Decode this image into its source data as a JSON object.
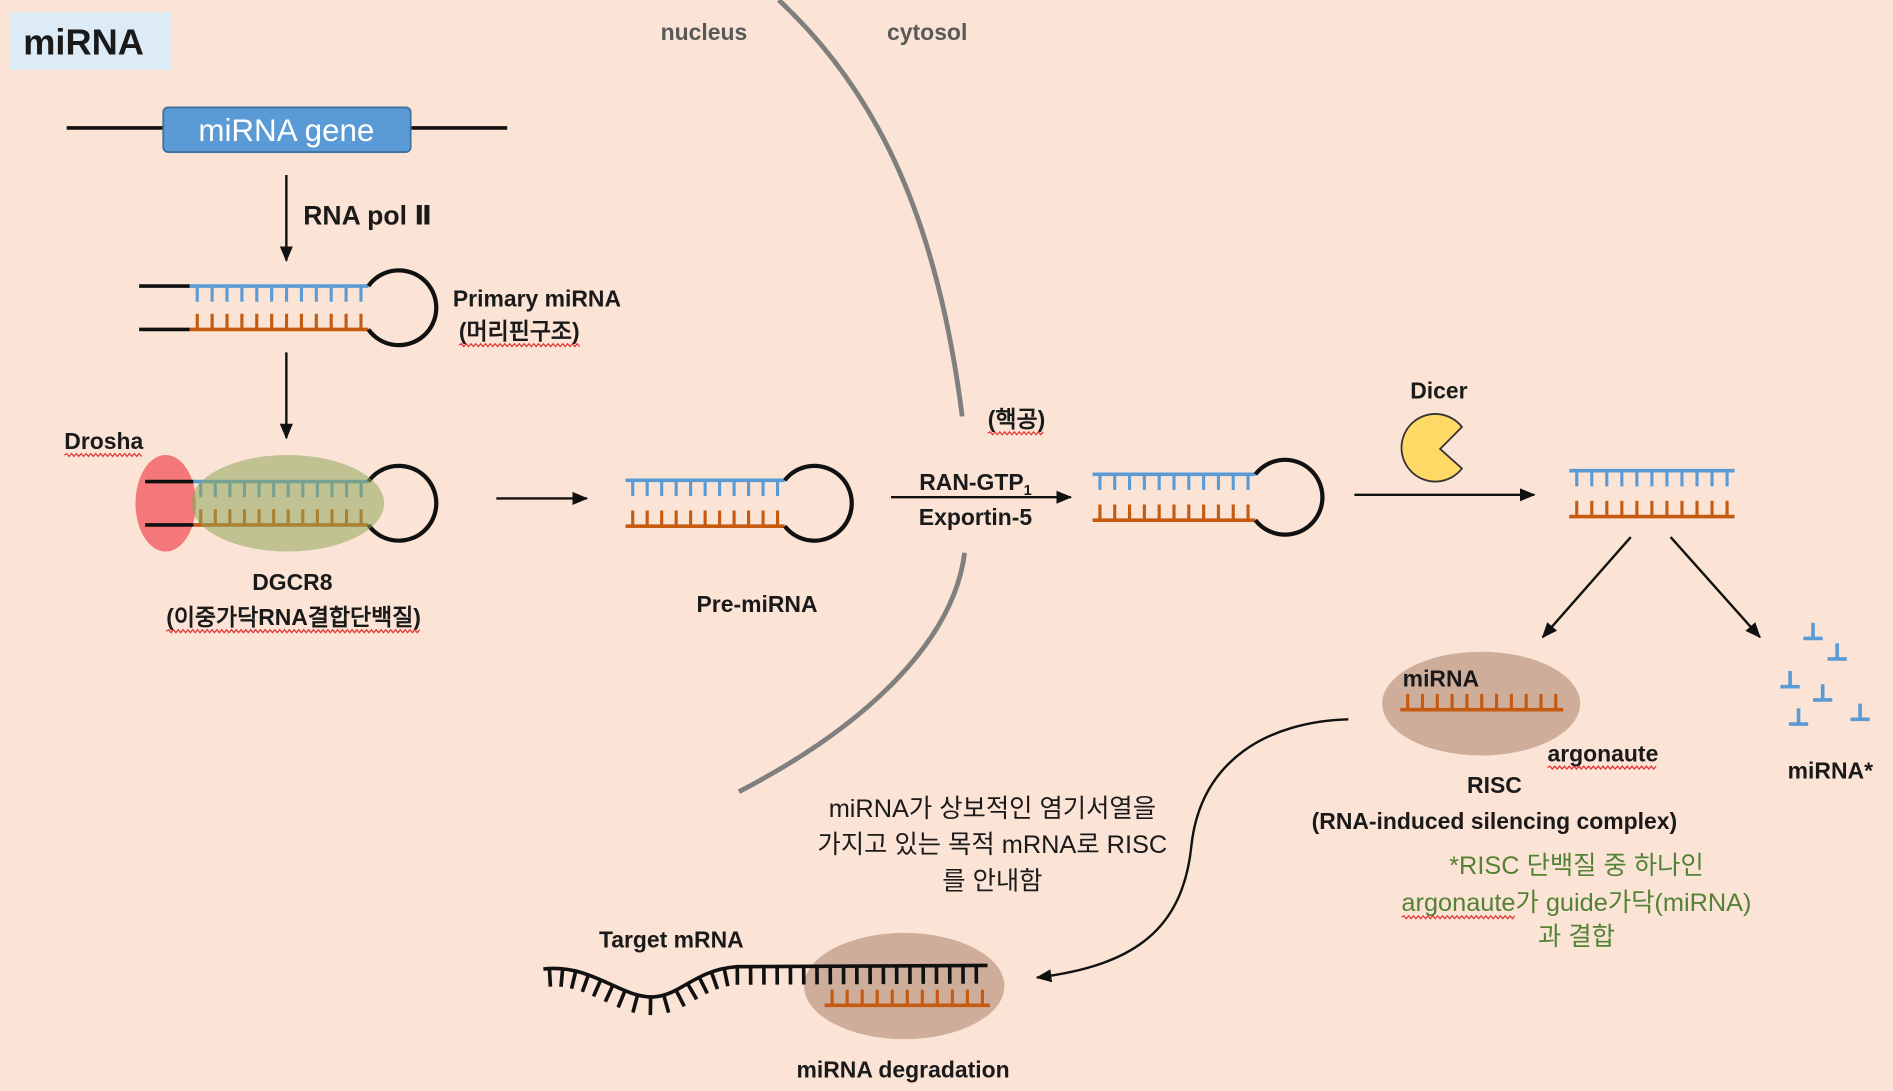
{
  "title": "miRNA",
  "compartments": {
    "nucleus": "nucleus",
    "cytosol": "cytosol",
    "pore": "(핵공)"
  },
  "gene": "miRNA gene",
  "transcription": "RNA pol Ⅱ",
  "primary_mirna": {
    "name": "Primary miRNA",
    "note": "(머리핀구조)"
  },
  "drosha": "Drosha",
  "dgcr8": {
    "name": "DGCR8",
    "note": "(이중가닥RNA결합단백질)"
  },
  "pre_mirna": "Pre-miRNA",
  "export": {
    "ran_gtp": "RAN-GTP",
    "ran_gtp_subscript": "1",
    "exportin": "Exportin-5"
  },
  "dicer": "Dicer",
  "risc": {
    "mirna": "miRNA",
    "argonaute": "argonaute",
    "name": "RISC",
    "full_name": "(RNA-induced silencing complex)"
  },
  "passenger_strand": "miRNA*",
  "argonaute_note": {
    "line1": "*RISC 단백질 중 하나인",
    "line2_term": "argonaute",
    "line2_rest": "가 guide가닥(miRNA)",
    "line3": "과 결합"
  },
  "guidance_note": [
    "miRNA가 상보적인 염기서열을",
    "가지고 있는 목적 mRNA로 RISC",
    "를 안내함"
  ],
  "target": "Target mRNA",
  "outcome": "miRNA degradation",
  "icons": {
    "dicer": "pacman-icon",
    "arrows": "arrow-icon"
  },
  "colors": {
    "background": "#FBE4D6",
    "title_box": "#DDEBF7",
    "gene_box": "#5B9BD5",
    "membrane": "#7F7F7F",
    "passenger_strand": "#5B9BD5",
    "guide_strand": "#C55A11",
    "drosha": "#F4787A",
    "dgcr8": "#8FA55A",
    "argonaute": "#CEAE9B",
    "dicer": "#FFD966",
    "note_text": "#548235"
  }
}
